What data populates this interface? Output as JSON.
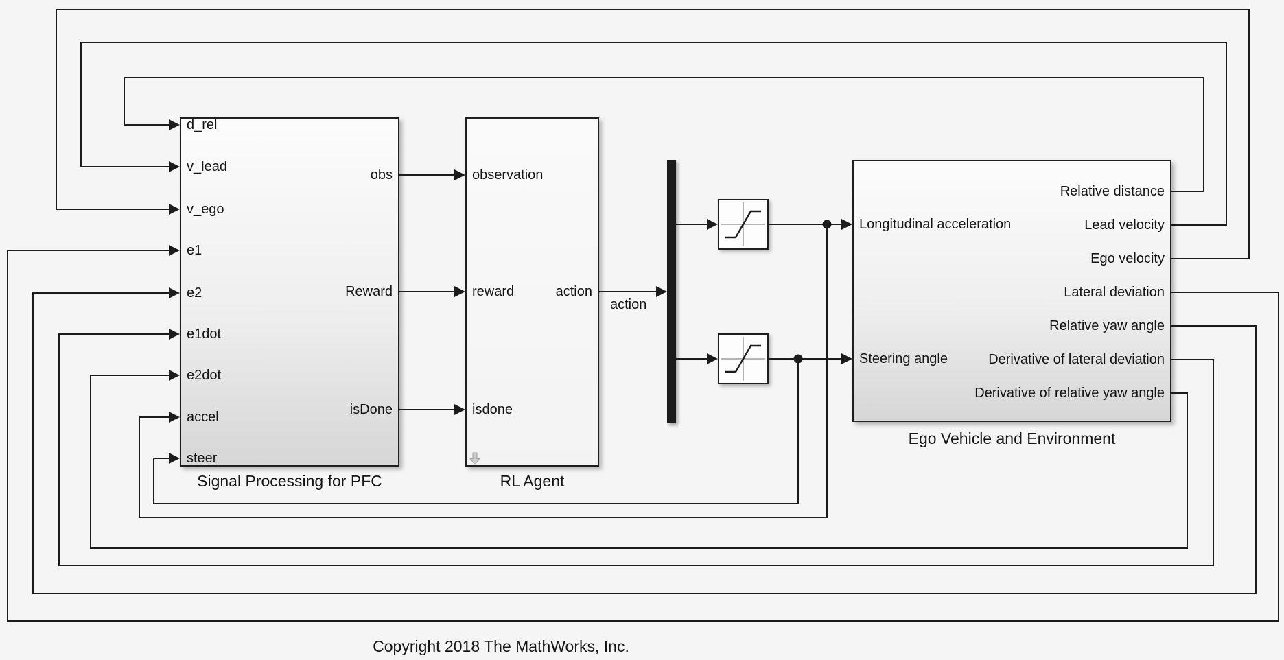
{
  "copyright": "Copyright 2018 The MathWorks, Inc.",
  "signal_labels": {
    "action": "action"
  },
  "blocks": {
    "signal_processing": {
      "name": "Signal Processing for PFC",
      "inputs": [
        "d_rel",
        "v_lead",
        "v_ego",
        "e1",
        "e2",
        "e1dot",
        "e2dot",
        "accel",
        "steer"
      ],
      "outputs": [
        "obs",
        "Reward",
        "isDone"
      ]
    },
    "rl_agent": {
      "name": "RL Agent",
      "inputs": [
        "observation",
        "reward",
        "isdone"
      ],
      "outputs": [
        "action"
      ]
    },
    "ego_vehicle": {
      "name": "Ego Vehicle and Environment",
      "inputs": [
        "Longitudinal acceleration",
        "Steering angle"
      ],
      "outputs": [
        "Relative distance",
        "Lead velocity",
        "Ego velocity",
        "Lateral deviation",
        "Relative yaw angle",
        "Derivative of lateral deviation",
        "Derivative of relative yaw angle"
      ]
    },
    "saturation_accel": {
      "type": "Saturation",
      "icon": "saturation-icon"
    },
    "saturation_steer": {
      "type": "Saturation",
      "icon": "saturation-icon"
    },
    "demux": {
      "type": "Demux"
    }
  },
  "colors": {
    "background": "#f5f5f6",
    "wire": "#1c1c1c",
    "block_border": "#1f1f1f",
    "demux_fill": "#1c1c1c"
  }
}
